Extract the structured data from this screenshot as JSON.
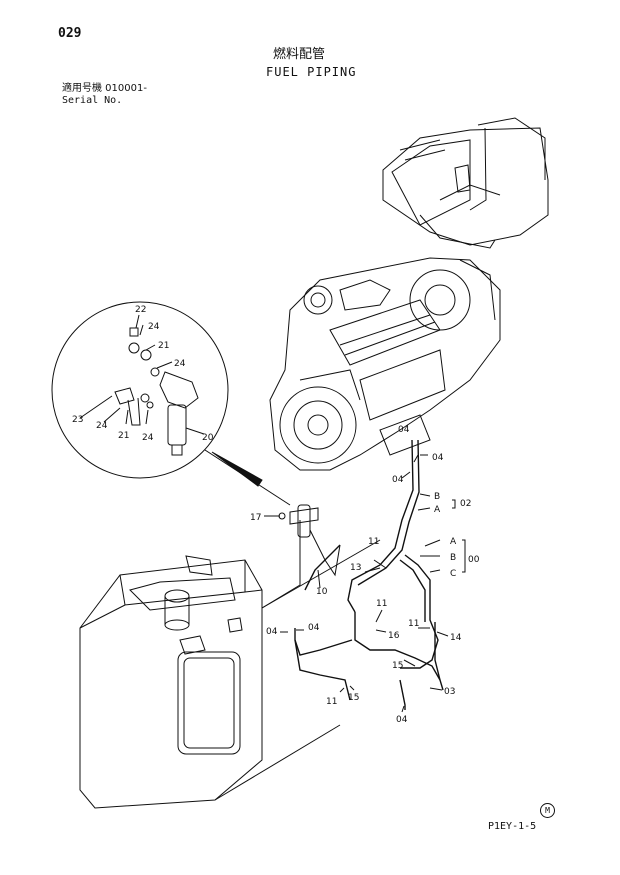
{
  "header": {
    "page_number": "029",
    "title_jp": "燃料配管",
    "title_en": "FUEL PIPING",
    "serial_jp": "適用号機 010001-",
    "serial_en": "Serial No."
  },
  "footer": {
    "drawing_code": "P1EY-1-5",
    "mark": "M"
  },
  "callouts": {
    "c22": "22",
    "c24a": "24",
    "c21a": "21",
    "c24b": "24",
    "c23": "23",
    "c24c": "24",
    "c21b": "21",
    "c24d": "24",
    "c20": "20",
    "c04a": "04",
    "c04b": "04",
    "c04c": "04",
    "cB02": "B",
    "cA02": "A",
    "c02": "02",
    "c17": "17",
    "c11a": "11",
    "c13": "13",
    "c10": "10",
    "cA00": "A",
    "cB00": "B",
    "cC00": "C",
    "c00": "00",
    "c11b": "11",
    "c11c": "11",
    "c16": "16",
    "c14": "14",
    "c04d": "04",
    "c04e": "04",
    "c15a": "15",
    "c03": "03",
    "c11d": "11",
    "c15b": "15",
    "c04f": "04"
  }
}
